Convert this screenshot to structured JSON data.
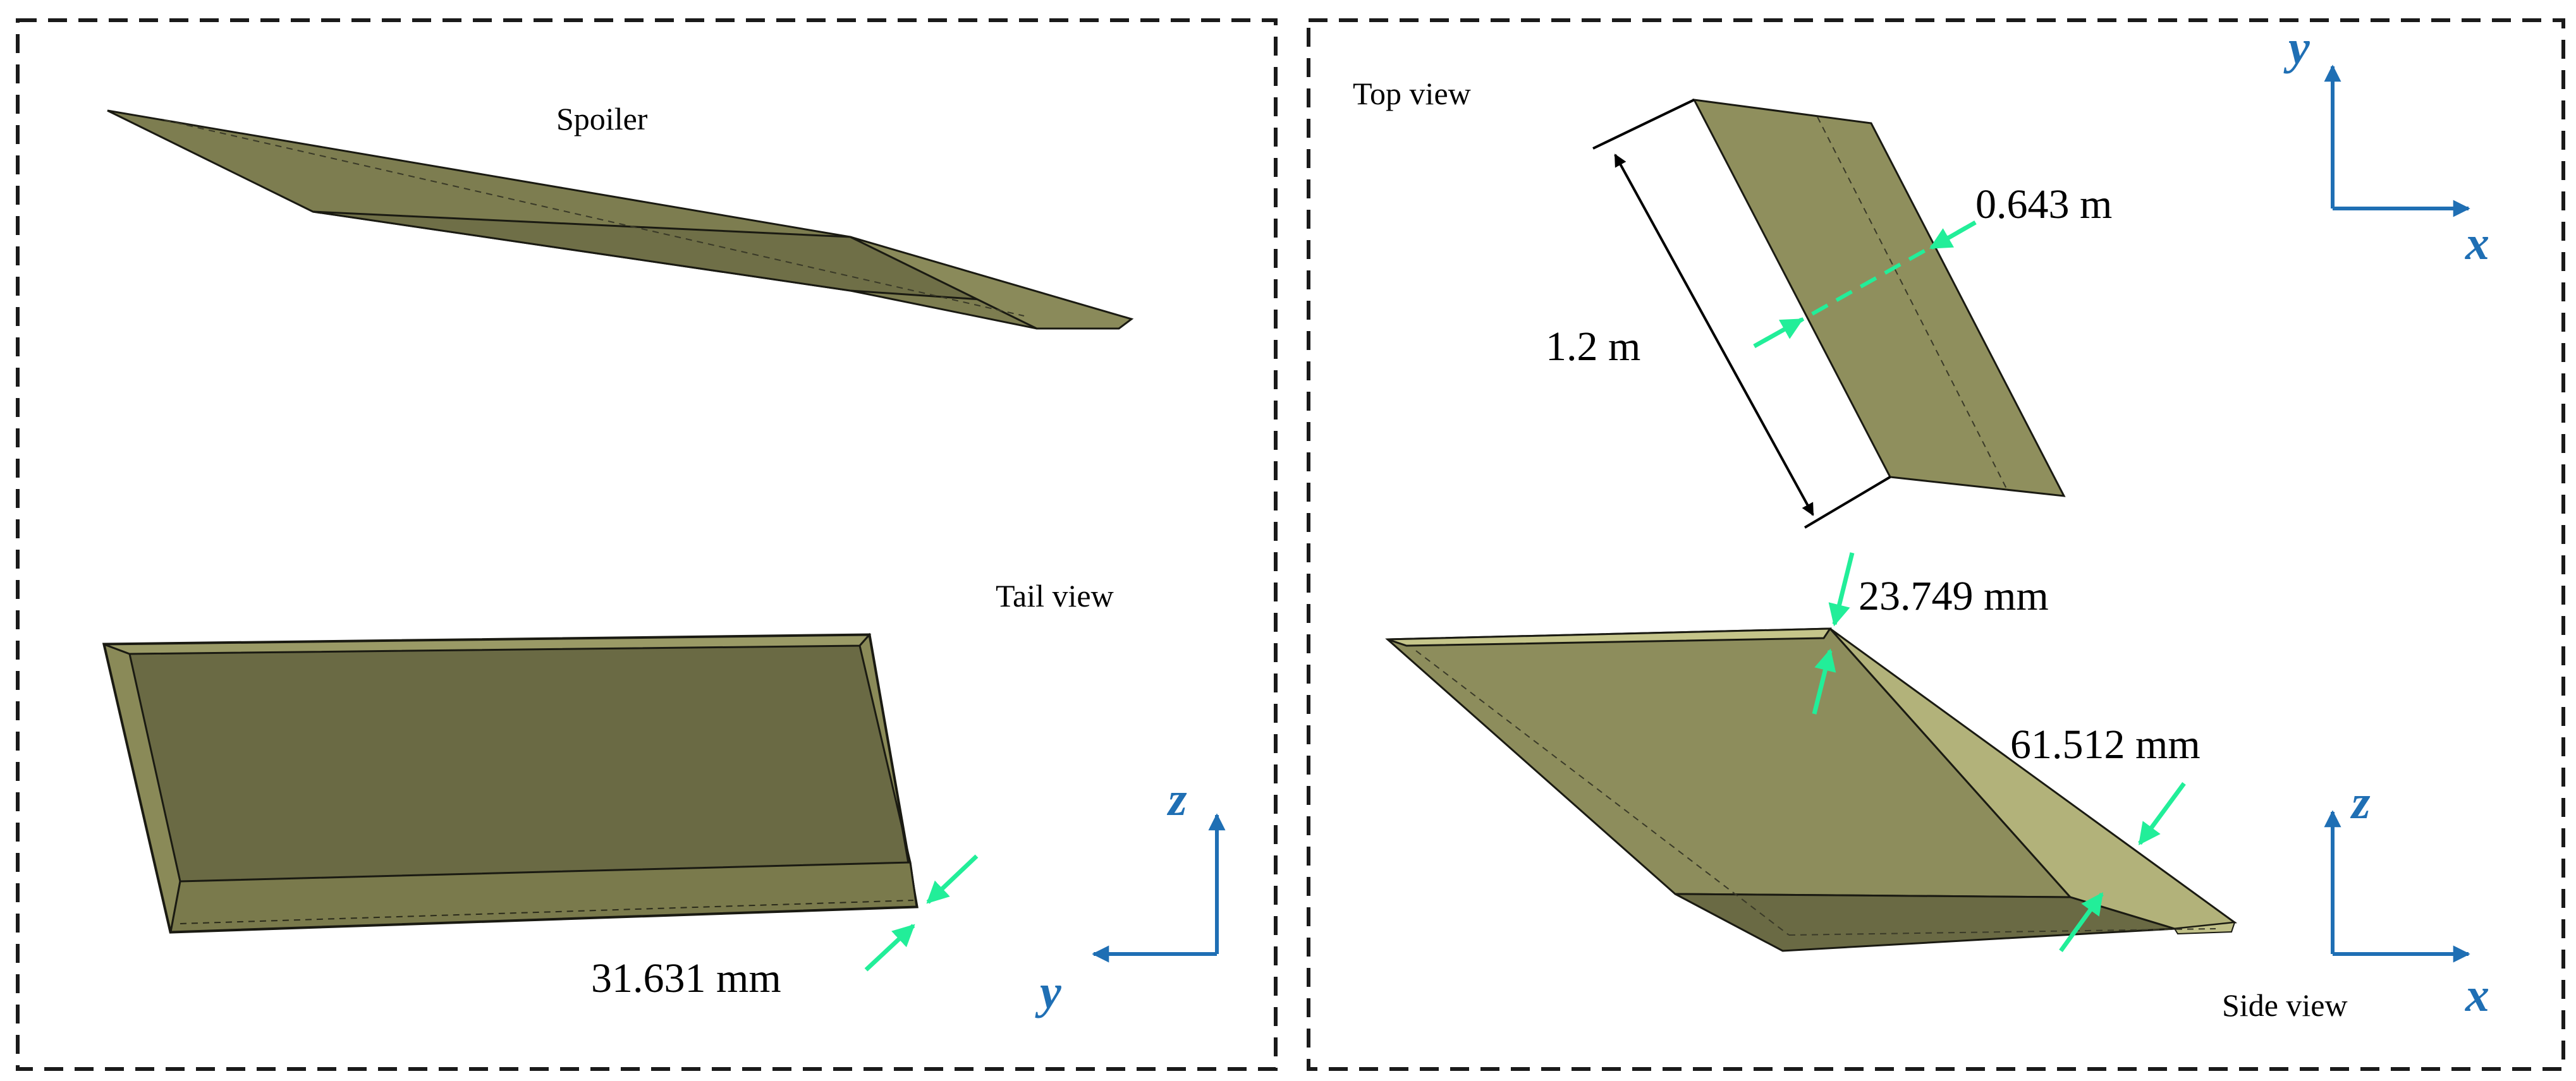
{
  "colors": {
    "frame": "#1a1a1a",
    "body_light": "#8f8f5d",
    "body_mid": "#7b7b4e",
    "body_dark": "#6a6a44",
    "edge_light": "#c9c98c",
    "edge_dim": "#b0b07a",
    "dimension_arrow": "#22ee99",
    "axis": "#1f6fb4",
    "outline": "#1a1a12"
  },
  "left_panel": {
    "spoiler_label": "Spoiler",
    "tail_view_label": "Tail view",
    "dimension_label": "31.631 mm",
    "axes": {
      "vertical": "z",
      "horizontal": "y"
    }
  },
  "right_panel": {
    "top_view_label": "Top view",
    "side_view_label": "Side view",
    "length_label": "1.2 m",
    "width_label": "0.643 m",
    "thickness_front_label": "23.749 mm",
    "thickness_side_label": "61.512 mm",
    "axes_top": {
      "vertical": "y",
      "horizontal": "x"
    },
    "axes_side": {
      "vertical": "z",
      "horizontal": "x"
    }
  }
}
